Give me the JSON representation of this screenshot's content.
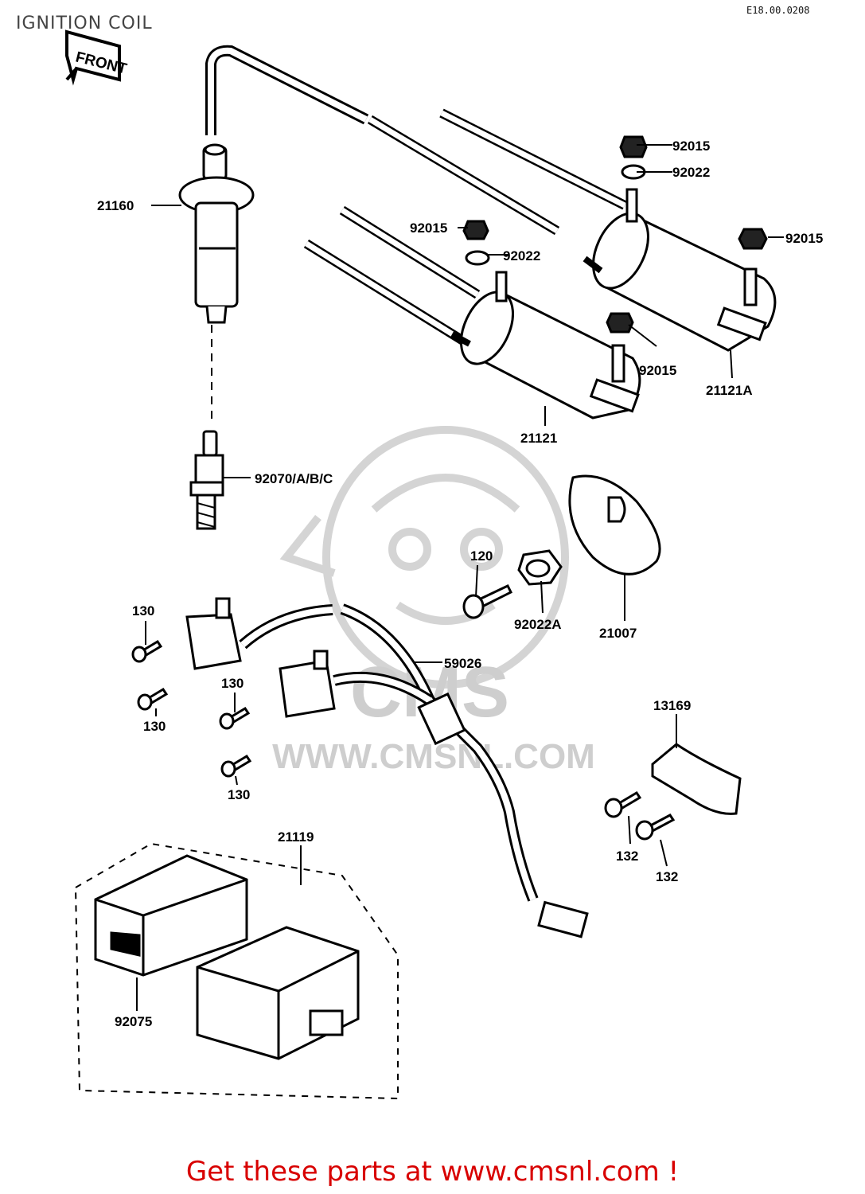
{
  "title": "IGNITION COIL",
  "diagram_code": "E18.00.0208",
  "direction_label": "FRONT",
  "watermark": {
    "brand": "CMS",
    "site": "WWW.CMSNL.COM"
  },
  "parts": [
    "21160",
    "92015",
    "92022",
    "92015",
    "92022",
    "92015",
    "92015",
    "21121A",
    "21121",
    "92070/A/B/C",
    "120",
    "92022A",
    "21007",
    "130",
    "59026",
    "130",
    "130",
    "130",
    "13169",
    "132",
    "132",
    "21119",
    "92075"
  ],
  "footer": {
    "link_text": "Get these parts at www.cmsnl.com !",
    "color": "#d80000"
  }
}
